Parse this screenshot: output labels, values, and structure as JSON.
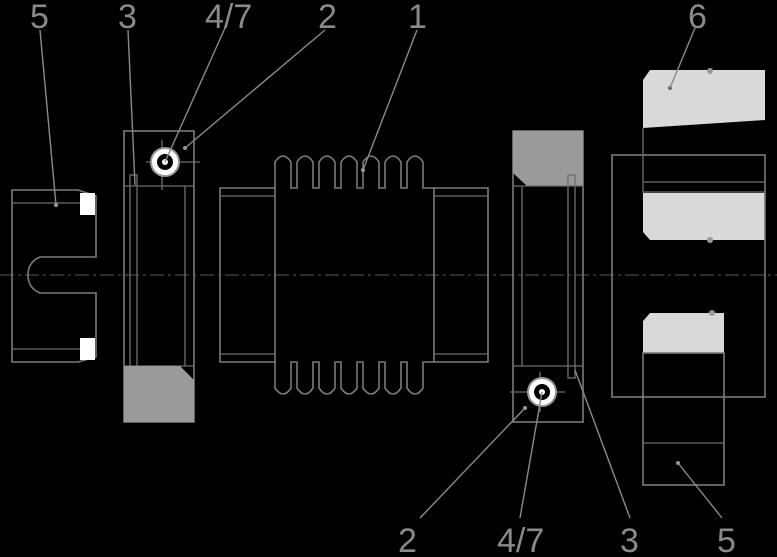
{
  "callouts": {
    "top": [
      "5",
      "3",
      "4/7",
      "2",
      "1",
      "6"
    ],
    "bottom": [
      "2",
      "4/7",
      "3",
      "5"
    ]
  },
  "colors": {
    "background": "#000000",
    "line": "#7a7a7a",
    "label": "#8a8a8a",
    "light_fill": "#d9d9d9",
    "mid_fill": "#9a9a9a"
  }
}
